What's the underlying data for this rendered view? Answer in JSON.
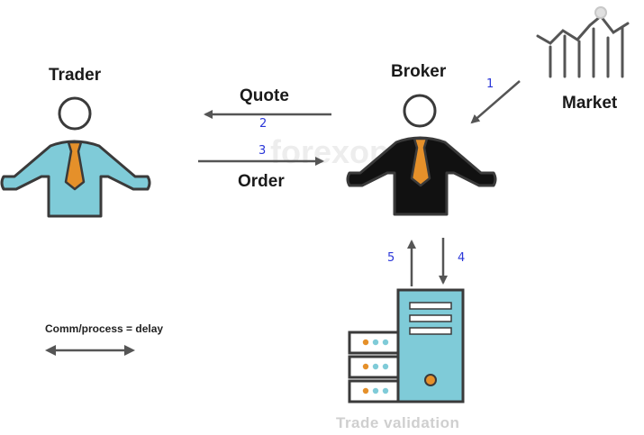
{
  "nodes": {
    "trader": "Trader",
    "broker": "Broker",
    "market": "Market",
    "trade_validation": "Trade validation"
  },
  "flows": {
    "quote": {
      "label": "Quote",
      "step": "2"
    },
    "order": {
      "label": "Order",
      "step": "3"
    },
    "market_to_broker": {
      "step": "1"
    },
    "validation_request": {
      "step": "4"
    },
    "validation_response": {
      "step": "5"
    }
  },
  "legend": {
    "text": "Comm/process = delay"
  },
  "watermark": "forexop",
  "colors": {
    "trader_body": "#7fcbd8",
    "broker_body": "#111111",
    "tie": "#e5902a",
    "arrow": "#555555",
    "step_number": "#2a36d8",
    "server_face": "#7fcbd8"
  }
}
